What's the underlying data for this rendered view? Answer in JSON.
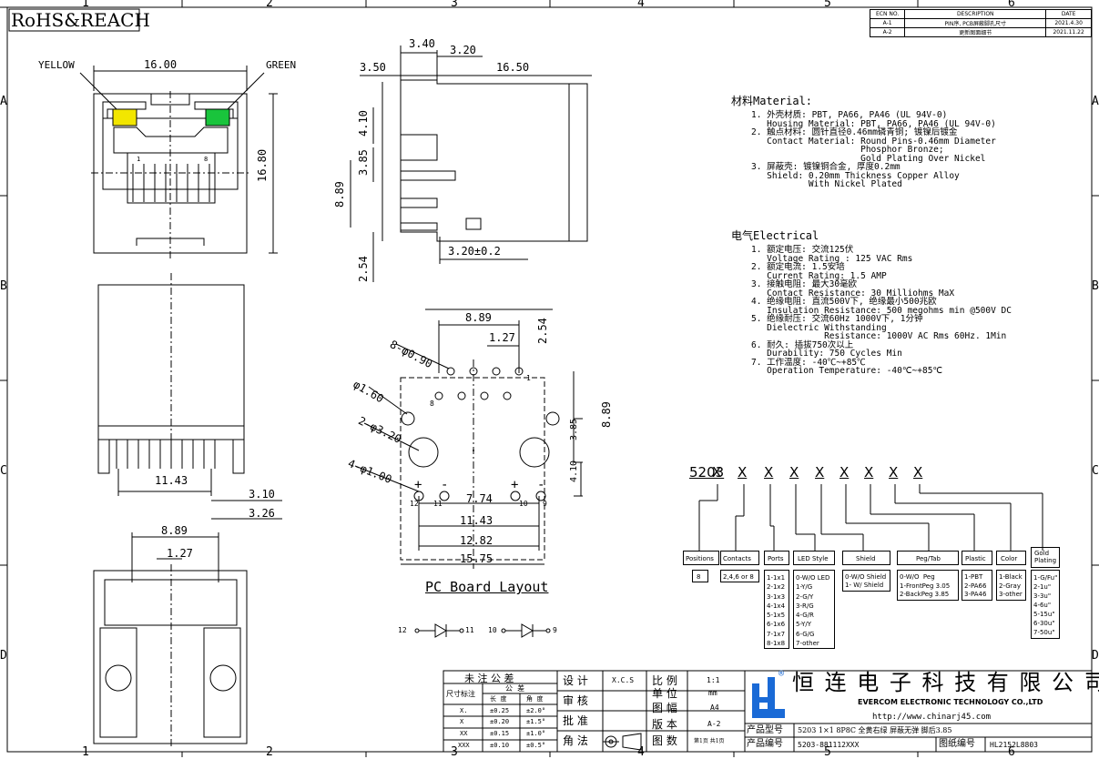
{
  "header": {
    "title": "RoHS&REACH",
    "col_labels": [
      "1",
      "2",
      "3",
      "4",
      "5",
      "6"
    ],
    "row_labels": [
      "A",
      "B",
      "C",
      "D"
    ]
  },
  "ecn": {
    "headers": [
      "ECN NO.",
      "DESCRIPTION",
      "DATE"
    ],
    "rows": [
      [
        "A-1",
        "PIN序, PCB屏蔽脚孔尺寸",
        "2021.4.30"
      ],
      [
        "A-2",
        "更新图面细节",
        "2021.11.22"
      ]
    ]
  },
  "front_view": {
    "led_left": "YELLOW",
    "led_right": "GREEN",
    "width": "16.00",
    "height": "16.80",
    "pin1": "1",
    "pin8": "8",
    "led_left_color": "#f2e600",
    "led_right_color": "#19c43c"
  },
  "side_view": {
    "d340": "3.40",
    "d320": "3.20",
    "d350": "3.50",
    "d1650": "16.50",
    "d410": "4.10",
    "d385": "3.85",
    "d889": "8.89",
    "d254": "2.54",
    "d320tol": "3.20±0.2"
  },
  "bottom_view": {
    "d1143": "11.43",
    "d310": "3.10",
    "d326": "3.26",
    "d889": "8.89",
    "d127": "1.27"
  },
  "pcb_layout": {
    "title": "PC Board Layout",
    "d889top": "8.89",
    "d127": "1.27",
    "d254": "2.54",
    "holes8": "8-φ0.90",
    "hole160": "φ1.60",
    "holes320": "2-φ3.20",
    "holes100": "4-φ1.00",
    "d889r": "8.89",
    "d385": "3.85",
    "d410": "4.10",
    "d774": "7.74",
    "d1143": "11.43",
    "d1282": "12.82",
    "d1575": "15.75",
    "pin1": "1",
    "pin8": "8",
    "p12": "12",
    "p11": "11",
    "p10": "10",
    "p9": "9",
    "plus": "+",
    "minus": "-"
  },
  "diodes": {
    "a": "12",
    "b": "11",
    "c": "10",
    "d": "9"
  },
  "specs": {
    "material_head": "材料Material:",
    "material": [
      "1. 外壳材质: PBT, PA66, PA46 (UL 94V-0)",
      "   Housing Material: PBT, PA66, PA46 (UL 94V-0)",
      "2. 触点材料: 圆针直径0.46mm磷青铜; 镀镍后镀金",
      "   Contact Material: Round Pins-0.46mm Diameter",
      "                     Phosphor Bronze;",
      "                     Gold Plating Over Nickel",
      "3. 屏蔽壳: 镀镍铜合金, 厚度0.2mm",
      "   Shield: 0.20mm Thickness Copper Alloy",
      "           With Nickel Plated"
    ],
    "electrical_head": "电气Electrical",
    "electrical": [
      "1. 额定电压: 交流125伏",
      "   Voltage Rating : 125 VAC Rms",
      "2. 额定电流: 1.5安培",
      "   Current Rating: 1.5 AMP",
      "3. 接触电阻: 最大30毫欧",
      "   Contact Resistance: 30 Milliohms MaX",
      "4. 绝缘电阻: 直流500V下, 绝缘最小500兆欧",
      "   Insulation Resistance: 500 megohms min @500V DC",
      "5. 绝缘耐压: 交流60Hz 1000V下, 1分钟",
      "   Dielectric Withstanding",
      "              Resistance: 1000V AC Rms 60Hz. 1Min",
      "6. 耐久: 插拔750次以上",
      "   Durability: 750 Cycles Min",
      "7. 工作温度: -40℃~+85℃",
      "   Operation Temperature: -40℃~+85℃"
    ]
  },
  "part_code": {
    "prefix": "5203",
    "x": "X",
    "groups": [
      {
        "title": "Positions",
        "options": "8"
      },
      {
        "title": "Contacts",
        "options": "2,4,6 or 8"
      },
      {
        "title": "Ports",
        "options": "1-1x1\n2-1x2\n3-1x3\n4-1x4\n5-1x5\n6-1x6\n7-1x7\n8-1x8"
      },
      {
        "title": "LED Style",
        "options": "0-W/O LED\n1-Y/G\n2-G/Y\n3-R/G\n4-G/R\n5-Y/Y\n6-G/G\n7-other"
      },
      {
        "title": "Shield",
        "options": "0-W/O Shield\n1- W/ Shield"
      },
      {
        "title": "Peg/Tab",
        "options": "0-W/O  Peg\n1-FrontPeg 3.05\n2-BackPeg 3.85"
      },
      {
        "title": "Plastic",
        "options": "1-PBT\n2-PA66\n3-PA46"
      },
      {
        "title": "Color",
        "options": "1-Black\n2-Gray\n3-other"
      },
      {
        "title": "Gold\nPlating",
        "options": "1-G/Fu\"\n2-1u\"\n3-3u\"\n4-6u\"\n5-15u\"\n6-30u\"\n7-50u\""
      }
    ]
  },
  "title_block": {
    "tol_title": "未 注 公 差",
    "tol_sub1": "尺寸标注",
    "tol_sub2": "公  差",
    "tol_h1": "长  度",
    "tol_h2": "角  度",
    "tol_rows": [
      [
        "X.",
        "±0.25",
        "±2.0°"
      ],
      [
        "X",
        "±0.20",
        "±1.5°"
      ],
      [
        "XX",
        "±0.15",
        "±1.0°"
      ],
      [
        "XXX",
        "±0.10",
        "±0.5°"
      ]
    ],
    "design": "设 计",
    "design_val": "X.C.S",
    "review": "审 核",
    "approve": "批 准",
    "angle": "角 法",
    "scale": "比 例",
    "scale_val": "1:1",
    "unit": "单 位",
    "unit_val": "mm",
    "size": "图 幅",
    "size_val": "A4",
    "version": "版 本",
    "version_val": "A-2",
    "pages": "图 数",
    "pages_val": "第1页 共1页",
    "company_cn": "恒 连 电 子 科 技 有 限 公 司",
    "company_en": "EVERCOM ELECTRONIC TECHNOLOGY CO.,LTD",
    "url": "http://www.chinarj45.com",
    "model_label": "产品型号",
    "model_val": "5203 1×1 8P8C 全黄右绿 屏蔽无弹 脚后3.85",
    "code_label": "产品编号",
    "code_val": "5203-881112XXX",
    "drawing_label": "图纸编号",
    "drawing_val": "HL2152L8803"
  }
}
